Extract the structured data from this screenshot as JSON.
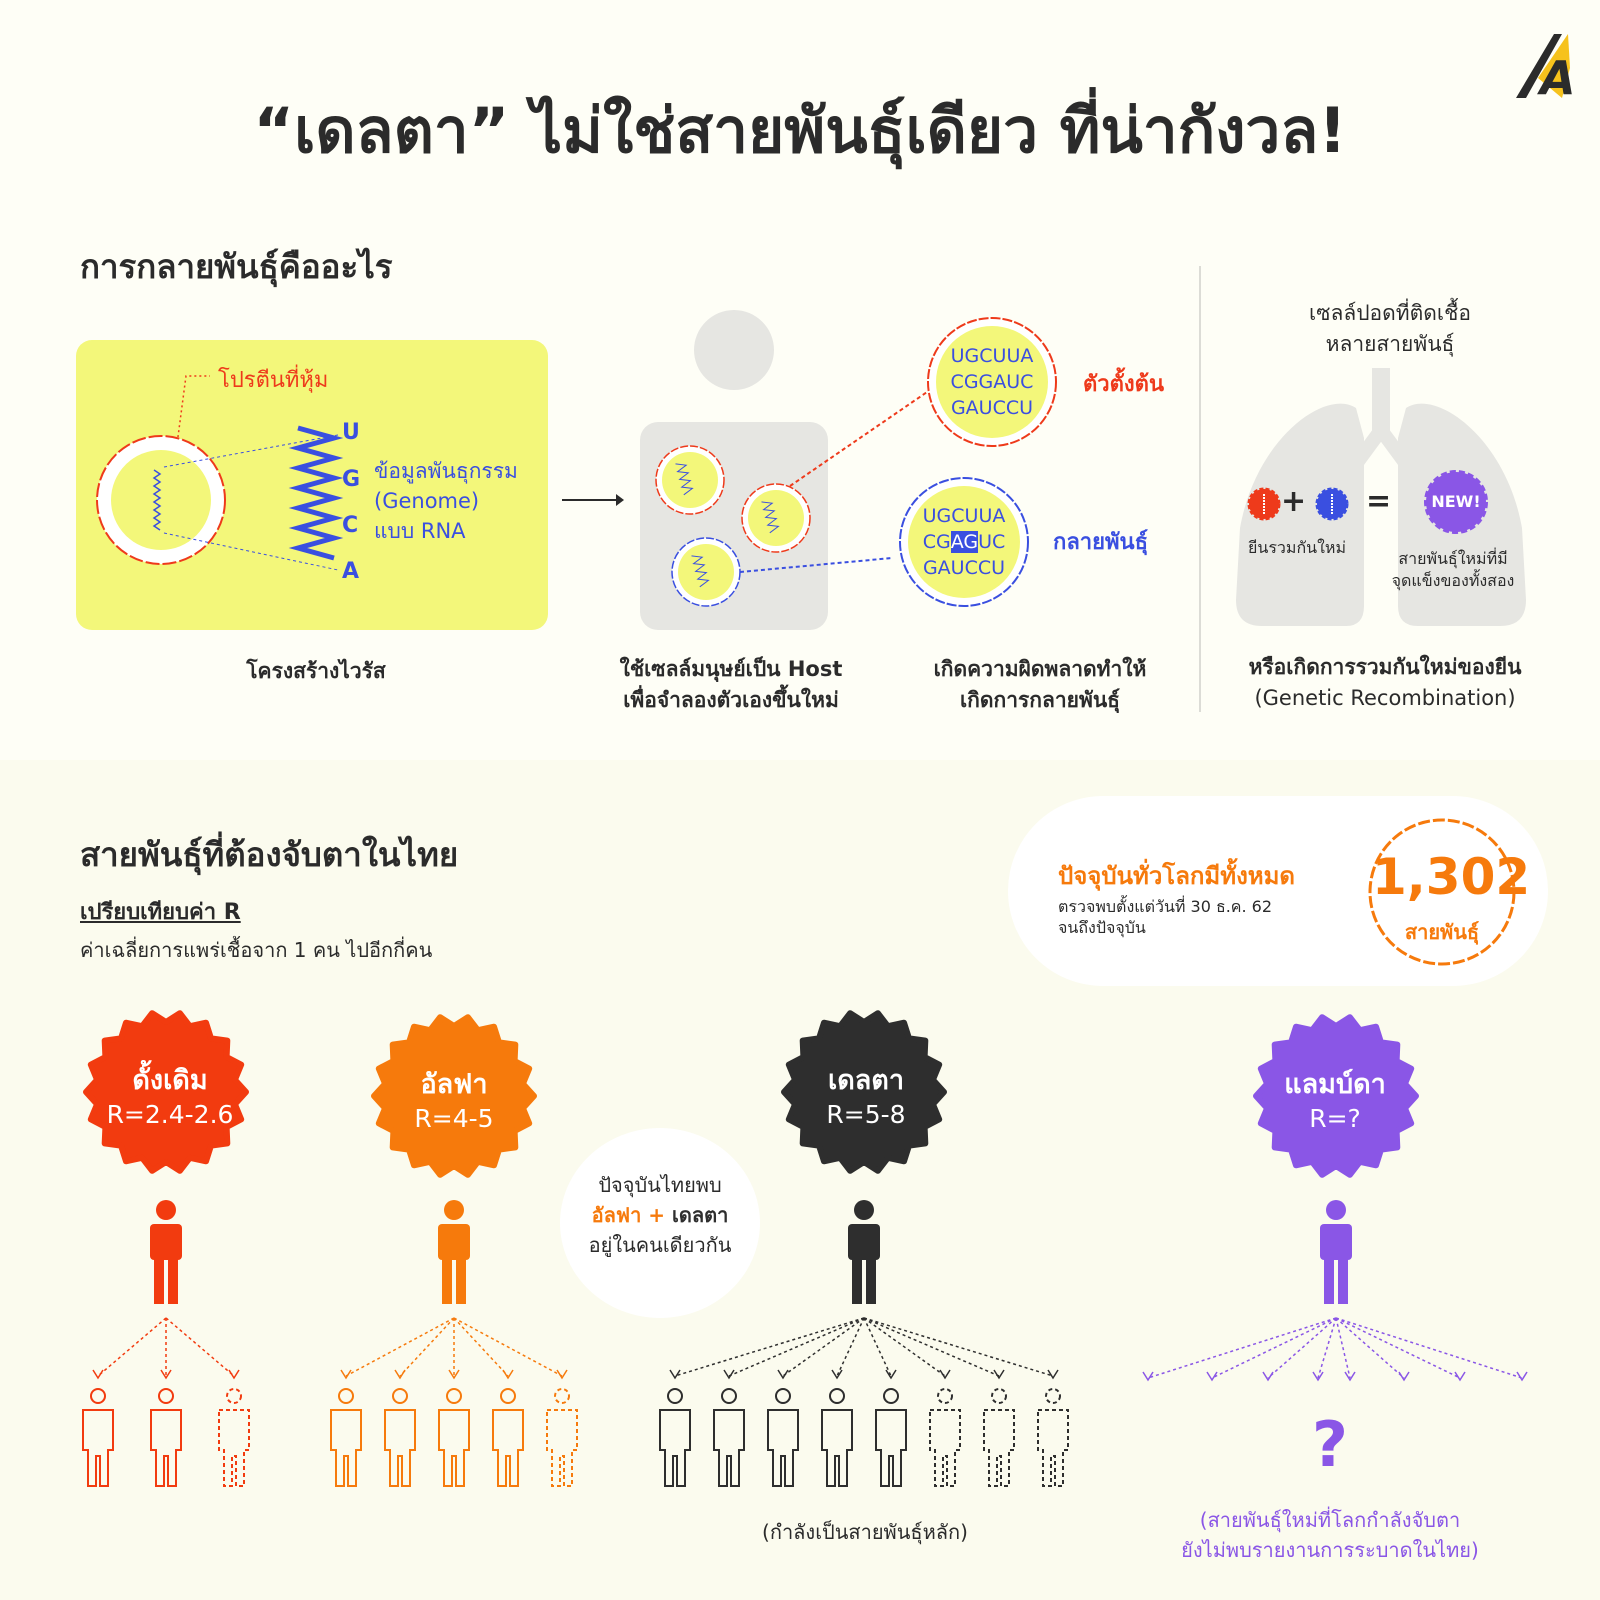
{
  "logo": {
    "letter": "A"
  },
  "title": "“เดลตา” ไม่ใช่สายพันธุ์เดียว ที่น่ากังวล!",
  "section1": {
    "heading": "การกลายพันธุ์คืออะไร",
    "virus_structure": {
      "coat_label": "โปรตีนที่หุ้ม",
      "genome_label_1": "ข้อมูลพันธุกรรม",
      "genome_label_2": "(Genome)",
      "genome_label_3": "แบบ RNA",
      "bases": [
        "U",
        "G",
        "C",
        "A"
      ],
      "caption": "โครงสร้างไวรัส"
    },
    "host": {
      "caption_1": "ใช้เซลล์มนุษย์เป็น Host",
      "caption_2": "เพื่อจำลองตัวเองขึ้นใหม่"
    },
    "mutation": {
      "original_label": "ตัวตั้งต้น",
      "original_seq": [
        "UGCUUA",
        "CGGAUC",
        "GAUCCU"
      ],
      "mutant_label": "กลายพันธุ์",
      "mutant_seq_1": "UGCUUA",
      "mutant_seq_2_pre": "CG",
      "mutant_seq_2_hl": "AG",
      "mutant_seq_2_post": "UC",
      "mutant_seq_3": "GAUCCU",
      "caption_1": "เกิดความผิดพลาดทำให้",
      "caption_2": "เกิดการกลายพันธุ์"
    },
    "recombination": {
      "header_1": "เซลล์ปอดที่ติดเชื้อ",
      "header_2": "หลายสายพันธุ์",
      "plus": "+",
      "equals": "=",
      "new_badge": "NEW!",
      "left_note": "ยีนรวมกันใหม่",
      "right_note_1": "สายพันธุ์ใหม่ที่มี",
      "right_note_2": "จุดแข็งของทั้งสอง",
      "caption_1": "หรือเกิดการรวมกันใหม่ของยีน",
      "caption_2": "(Genetic Recombination)"
    }
  },
  "section2": {
    "heading": "สายพันธุ์ที่ต้องจับตาในไทย",
    "subheading": "เปรียบเทียบค่า R",
    "description": "ค่าเฉลี่ยการแพร่เชื้อจาก 1 คน ไปอีกกี่คน",
    "global": {
      "title": "ปัจจุบันทั่วโลกมีทั้งหมด",
      "note_1": "ตรวจพบตั้งแต่วันที่ 30 ธ.ค. 62",
      "note_2": "จนถึงปัจจุบัน",
      "count": "1,302",
      "unit": "สายพันธุ์"
    },
    "variants": [
      {
        "name": "ดั้งเดิม",
        "r": "R=2.4-2.6",
        "color": "#f23b0f",
        "solid": 2,
        "dashed": 1
      },
      {
        "name": "อัลฟา",
        "r": "R=4-5",
        "color": "#f67a0c",
        "solid": 4,
        "dashed": 1
      },
      {
        "name": "เดลตา",
        "r": "R=5-8",
        "color": "#2e2e2e",
        "solid": 5,
        "dashed": 3
      },
      {
        "name": "แลมบ์ดา",
        "r": "R=?",
        "color": "#8a56e6",
        "solid": 0,
        "dashed": 0
      }
    ],
    "thai_note": {
      "line_1": "ปัจจุบันไทยพบ",
      "alpha": "อัลฟา",
      "plus": " + ",
      "delta": "เดลตา",
      "line_3": "อยู่ในคนเดียวกัน"
    },
    "delta_note": "(กำลังเป็นสายพันธุ์หลัก)",
    "lambda_question": "?",
    "lambda_note_1": "(สายพันธุ์ใหม่ที่โลกกำลังจับตา",
    "lambda_note_2": "ยังไม่พบรายงานการระบาดในไทย)"
  }
}
